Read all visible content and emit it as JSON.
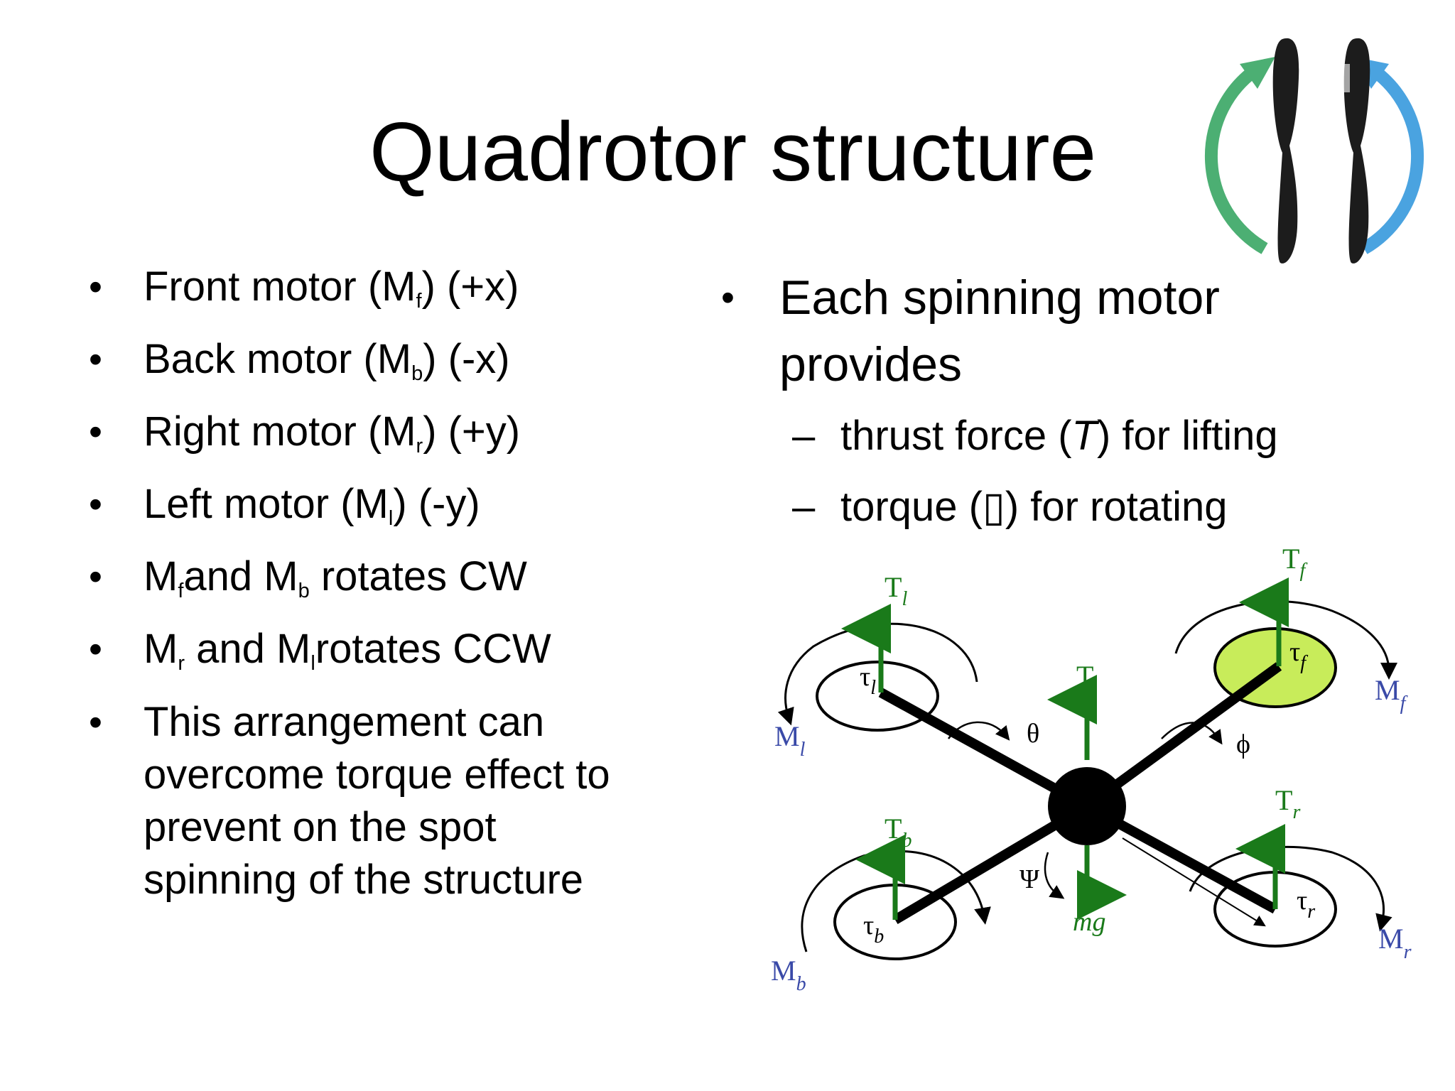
{
  "slide": {
    "title": "Quadrotor structure",
    "bullet_symbol": "•",
    "dash_symbol": "–"
  },
  "left_bullets": [
    {
      "pre": "Front motor (M",
      "sub": "f",
      "post": ") (+x)"
    },
    {
      "pre": "Back motor (M",
      "sub": "b",
      "post": ") (-x)"
    },
    {
      "pre": "Right motor (M",
      "sub": "r",
      "post": ") (+y)"
    },
    {
      "pre": "Left motor (M",
      "sub": "l",
      "post": ") (-y)"
    },
    {
      "pre": "M",
      "sub": "f",
      "mid": "and M",
      "sub2": "b",
      "post": " rotates CW"
    },
    {
      "pre": "M",
      "sub": "r",
      "mid": " and M",
      "sub2": "l",
      "post": "rotates CCW"
    },
    {
      "lines": [
        "This arrangement can",
        "overcome torque effect to",
        "prevent on the spot",
        "spinning of the structure"
      ]
    }
  ],
  "right_bullets": {
    "main_lines": [
      "Each spinning motor",
      "provides"
    ],
    "sub_items": [
      {
        "pre": "thrust force (",
        "italic": "T",
        "post": ") for lifting"
      },
      {
        "pre": "torque (",
        "italic": "▯",
        "post": ") for rotating"
      }
    ]
  },
  "diagram": {
    "thrust_labels": {
      "T": "T",
      "l": "l",
      "f": "f",
      "b": "b",
      "r": "r"
    },
    "motor_labels": {
      "M": "M",
      "l": "l",
      "f": "f",
      "b": "b",
      "r": "r"
    },
    "tau": "τ",
    "center_T": "T",
    "weight": "mg",
    "theta": "θ",
    "phi": "ϕ",
    "psi": "Ψ",
    "colors": {
      "thrust_arrow": "#1a7a1a",
      "motor_label": "#3a4aa8",
      "front_fill": "#c8ec5a",
      "frame": "#000000"
    }
  },
  "propeller_art": {
    "colors": {
      "cw_arrow": "#4caf73",
      "ccw_arrow": "#4aa3e0",
      "blade": "#1c1c1c"
    }
  }
}
